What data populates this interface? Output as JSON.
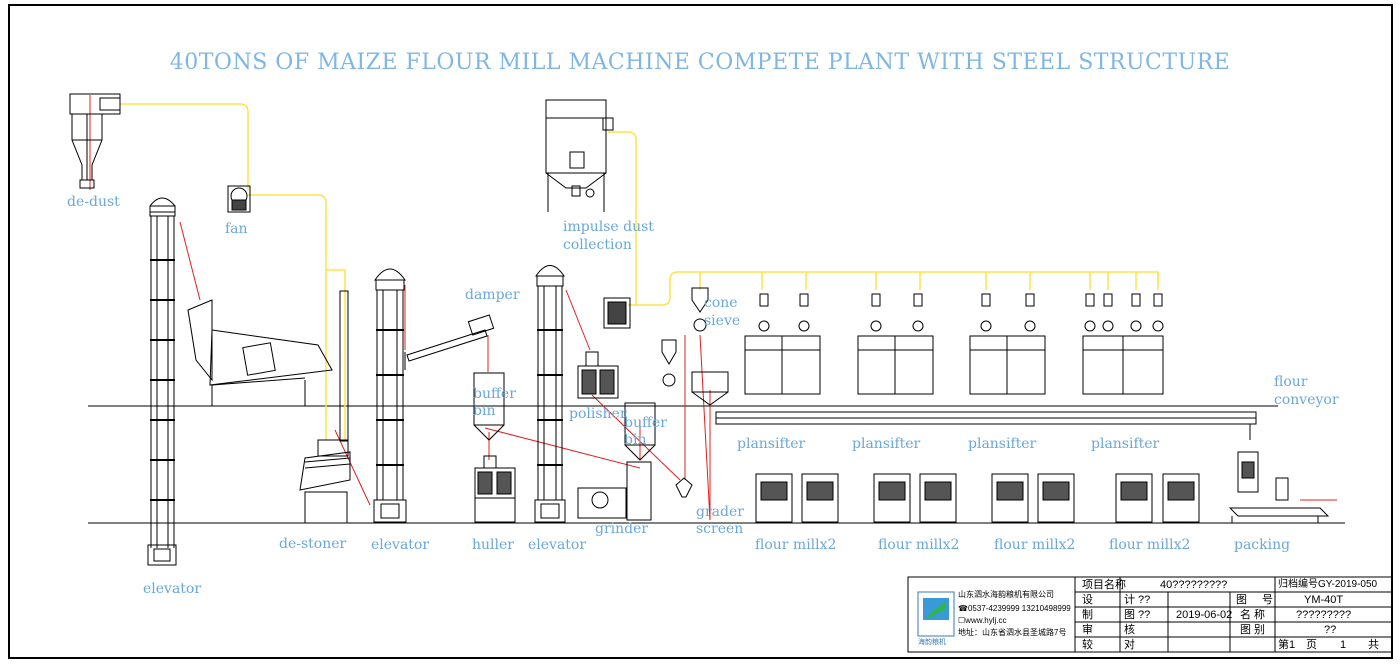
{
  "title": "40TONS OF MAIZE FLOUR MILL MACHINE COMPETE PLANT WITH STEEL STRUCTURE",
  "colors": {
    "label": "#6aa8d8",
    "duct": "#ffe24a",
    "link": "#e02020",
    "line": "#000000"
  },
  "labels": {
    "de_dust": "de-dust",
    "fan": "fan",
    "impulse_dust": "impulse dust",
    "collection": "collection",
    "damper": "damper",
    "cone": "cone",
    "sieve": "sieve",
    "buffer1a": "buffer",
    "buffer1b": "bin",
    "buffer2a": "buffer",
    "buffer2b": "bin",
    "polisher": "polisher",
    "flour": "flour",
    "conveyor": "conveyor",
    "plansifter1": "plansifter",
    "plansifter2": "plansifter",
    "plansifter3": "plansifter",
    "plansifter4": "plansifter",
    "grader": "grader",
    "screen": "screen",
    "grinder": "grinder",
    "de_stoner": "de-stoner",
    "elevator1": "elevator",
    "huller": "huller",
    "elevator2": "elevator",
    "elevator3": "elevator",
    "flour_mill1": "flour millx2",
    "flour_mill2": "flour millx2",
    "flour_mill3": "flour millx2",
    "flour_mill4": "flour millx2",
    "packing": "packing"
  },
  "title_block": {
    "company": "山东泗水海韵粮机有限公司",
    "phone": "☎0537-4239999 13210498999",
    "web": "☐www.hylj.cc",
    "address": "地址：山东省泗水县圣城路7号",
    "logo_text": "海韵粮机",
    "r1": [
      "项目名称",
      "40?????????",
      "归档编号GY-2019-050"
    ],
    "r2": [
      "设",
      "计 ??",
      "图",
      "号",
      "YM-40T"
    ],
    "r3": [
      "制",
      "图 ??",
      "2019-06-02",
      "名 称",
      "?????????"
    ],
    "r4": [
      "审",
      "核",
      "图 别",
      "??"
    ],
    "r5": [
      "较",
      "对",
      "第1",
      "页",
      "1",
      "共"
    ]
  }
}
